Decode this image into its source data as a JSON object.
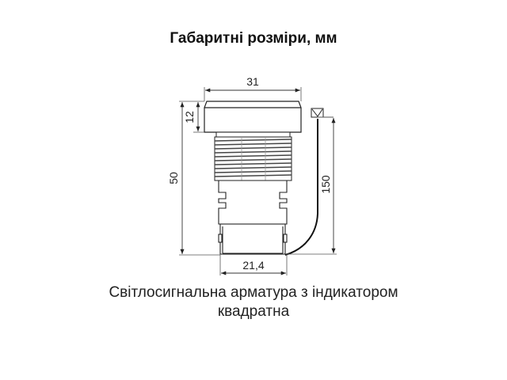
{
  "title": "Габаритні розміри, мм",
  "caption": {
    "line1": "Світлосигнальна арматура з індикатором",
    "line2": "квадратна"
  },
  "dimensions": {
    "cap_width": "31",
    "cap_height": "12",
    "total_height": "50",
    "base_width": "21,4",
    "wire_length": "150"
  },
  "colors": {
    "line": "#222222",
    "dim_line": "#555555",
    "background": "#ffffff"
  }
}
